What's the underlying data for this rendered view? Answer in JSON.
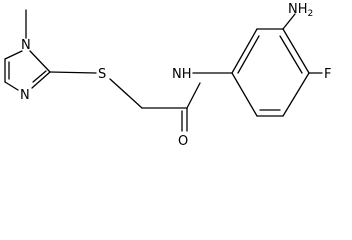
{
  "structure": {
    "atoms": {
      "n_methyl": "N",
      "n_ring": "N",
      "s": "S",
      "nh": "NH",
      "o": "O",
      "nh2_main": "NH",
      "nh2_sub": "2",
      "f": "F"
    }
  }
}
